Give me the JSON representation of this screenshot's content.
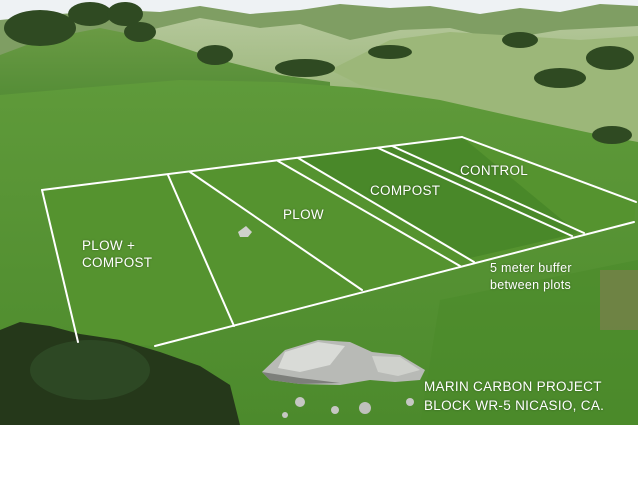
{
  "photo": {
    "colors": {
      "sky": "#eef2f4",
      "near_grass": "#5f9a3a",
      "far_hills": "#8fae6a",
      "plot_lines": "#ffffff",
      "trees": "#2f4a22"
    },
    "plots": {
      "plow_compost": [
        "PLOW +",
        "COMPOST"
      ],
      "plow": "PLOW",
      "compost": "COMPOST",
      "control": "CONTROL"
    },
    "buffer_note": [
      "5 meter buffer",
      "between plots"
    ],
    "caption": [
      "MARIN CARBON PROJECT",
      "BLOCK WR-5  NICASIO, CA."
    ]
  }
}
